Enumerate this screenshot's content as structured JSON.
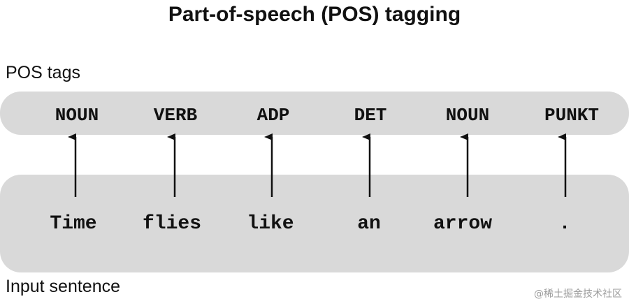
{
  "title": "Part-of-speech (POS) tagging",
  "labels": {
    "tags": "POS tags",
    "input": "Input sentence"
  },
  "pairs": [
    {
      "tag": "NOUN",
      "word": "Time"
    },
    {
      "tag": "VERB",
      "word": "flies"
    },
    {
      "tag": "ADP",
      "word": "like"
    },
    {
      "tag": "DET",
      "word": "an"
    },
    {
      "tag": "NOUN",
      "word": "arrow"
    },
    {
      "tag": "PUNKT",
      "word": "."
    }
  ],
  "watermark": "@稀土掘金技术社区",
  "colors": {
    "band": "#d9d9d9",
    "text": "#111111",
    "arrow": "#111111"
  }
}
